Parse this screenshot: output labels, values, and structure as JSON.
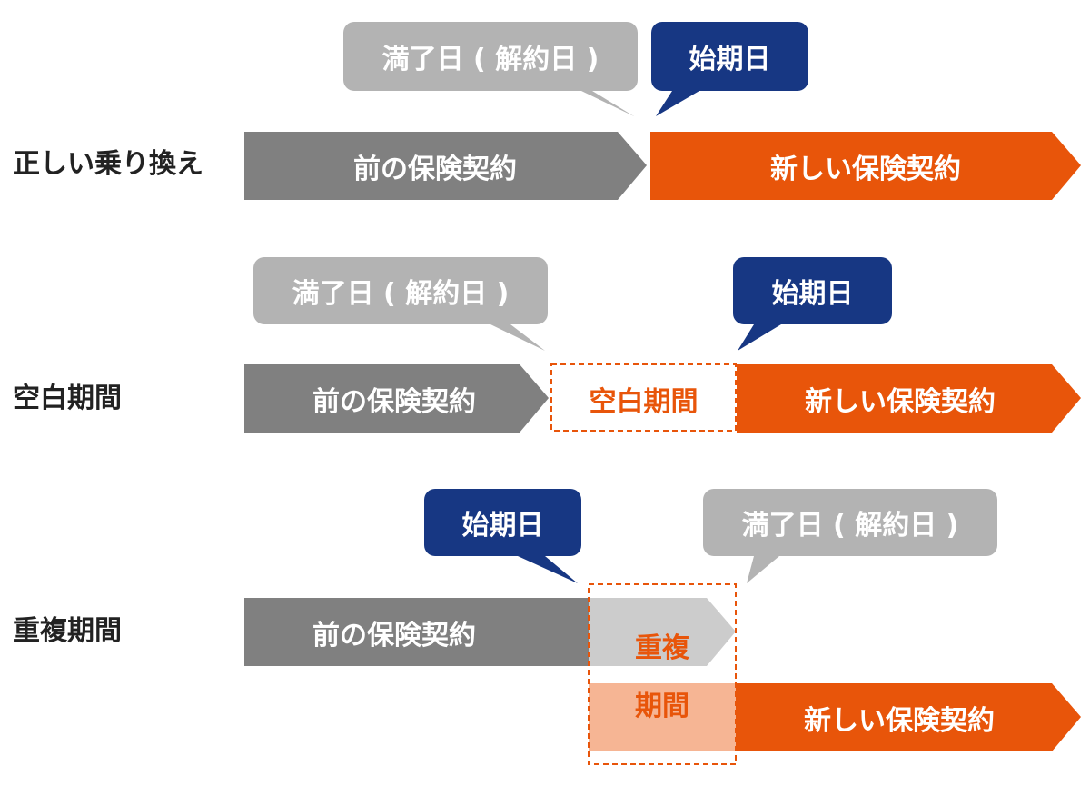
{
  "colors": {
    "old_contract": "#808080",
    "new_contract": "#e8550a",
    "expiry_bubble": "#b3b3b3",
    "start_bubble": "#173783",
    "overlap_light_gray": "#cccccc",
    "overlap_light_orange": "#f6b594",
    "label_text": "#222222",
    "accent_text": "#e8550a"
  },
  "rows": [
    {
      "label": "正しい乗り換え",
      "old_contract": "前の保険契約",
      "new_contract": "新しい保険契約",
      "expiry_bubble": "満了日 ( 解約日 )",
      "start_bubble": "始期日"
    },
    {
      "label": "空白期間",
      "old_contract": "前の保険契約",
      "gap_label": "空白期間",
      "new_contract": "新しい保険契約",
      "expiry_bubble": "満了日 ( 解約日 )",
      "start_bubble": "始期日"
    },
    {
      "label": "重複期間",
      "old_contract": "前の保険契約",
      "overlap_label_line1": "重複",
      "overlap_label_line2": "期間",
      "new_contract": "新しい保険契約",
      "expiry_bubble": "満了日 ( 解約日 )",
      "start_bubble": "始期日"
    }
  ]
}
